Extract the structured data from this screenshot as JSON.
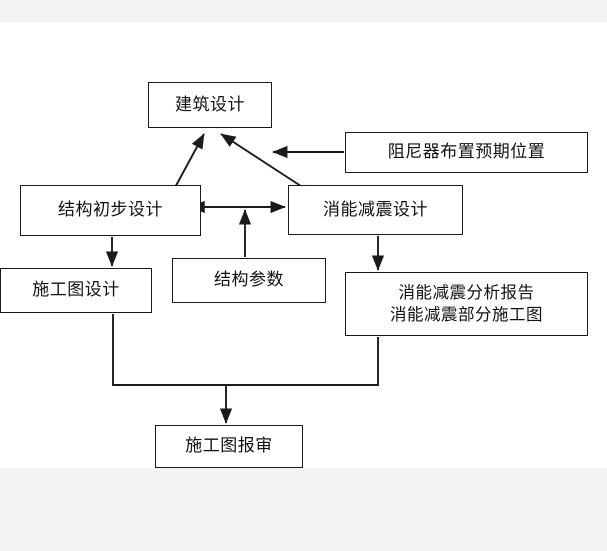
{
  "diagram": {
    "type": "flowchart",
    "title": "",
    "background_color": "#ffffff",
    "band_color": "#f1f3f2",
    "line_color": "#1b1b1b",
    "nodes": [
      {
        "id": "arch",
        "label": "建筑设计",
        "shape": "rectangle"
      },
      {
        "id": "damper",
        "label": "阻尼器布置预期位置",
        "shape": "rectangle"
      },
      {
        "id": "struct",
        "label": "结构初步设计",
        "shape": "rectangle"
      },
      {
        "id": "damping",
        "label": "消能减震设计",
        "shape": "rectangle"
      },
      {
        "id": "params",
        "label": "结构参数",
        "shape": "rectangle"
      },
      {
        "id": "drawing",
        "label": "施工图设计",
        "shape": "rectangle"
      },
      {
        "id": "report",
        "label": "消能减震分析报告\n消能减震部分施工图",
        "shape": "rectangle"
      },
      {
        "id": "review",
        "label": "施工图报审",
        "shape": "rectangle"
      }
    ],
    "edges": [
      {
        "from": "arch",
        "to": "struct",
        "style": "double-arrow-diagonal"
      },
      {
        "from": "arch",
        "to": "damping",
        "style": "double-arrow-diagonal"
      },
      {
        "from": "damper",
        "to": "arch",
        "style": "single-arrow-horizontal"
      },
      {
        "from": "struct",
        "to": "damping",
        "style": "double-arrow-horizontal"
      },
      {
        "from": "params",
        "to": "struct",
        "style": "single-arrow-up"
      },
      {
        "from": "struct",
        "to": "drawing",
        "style": "single-arrow-down"
      },
      {
        "from": "damping",
        "to": "report",
        "style": "single-arrow-down"
      },
      {
        "from": "drawing",
        "to": "review",
        "style": "elbow-arrow-down"
      },
      {
        "from": "report",
        "to": "review",
        "style": "elbow-arrow-down"
      }
    ]
  }
}
